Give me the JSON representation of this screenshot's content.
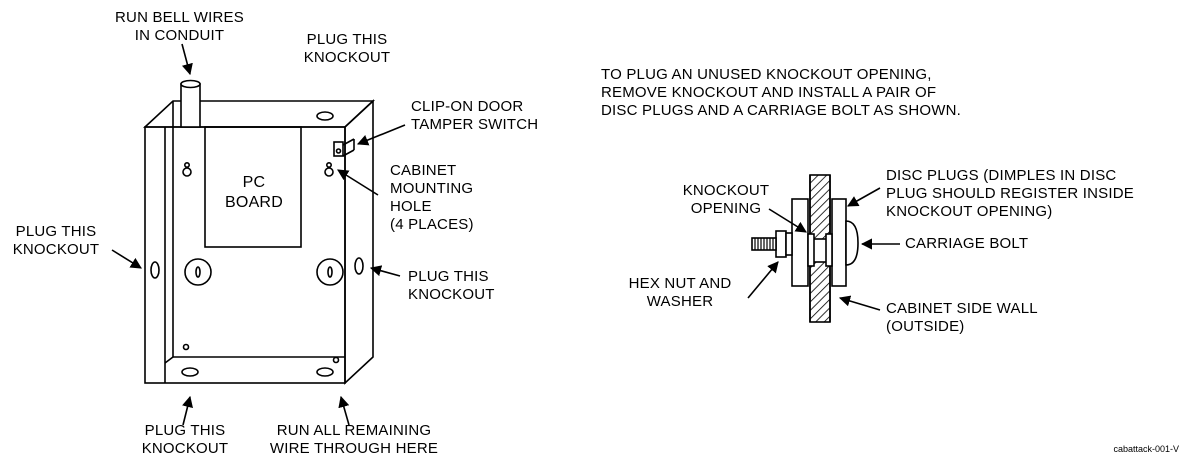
{
  "labels": {
    "run_bell_wires": [
      "RUN BELL WIRES",
      "IN CONDUIT"
    ],
    "plug_top": [
      "PLUG THIS",
      "KNOCKOUT"
    ],
    "clip_on": [
      "CLIP-ON DOOR",
      "TAMPER SWITCH"
    ],
    "cabinet_mounting": [
      "CABINET",
      "MOUNTING",
      "HOLE",
      "(4 PLACES)"
    ],
    "pc_board": [
      "PC",
      "BOARD"
    ],
    "plug_left": [
      "PLUG THIS",
      "KNOCKOUT"
    ],
    "plug_right": [
      "PLUG THIS",
      "KNOCKOUT"
    ],
    "plug_bottom": [
      "PLUG THIS",
      "KNOCKOUT"
    ],
    "run_remaining": [
      "RUN ALL REMAINING",
      "WIRE THROUGH HERE"
    ],
    "instructions": [
      "TO PLUG AN UNUSED KNOCKOUT OPENING,",
      "REMOVE KNOCKOUT AND INSTALL A PAIR OF",
      "DISC PLUGS AND A CARRIAGE BOLT AS SHOWN."
    ],
    "disc_plugs": [
      "DISC PLUGS (DIMPLES IN DISC",
      "PLUG SHOULD REGISTER INSIDE",
      "KNOCKOUT OPENING)"
    ],
    "knockout_opening": [
      "KNOCKOUT",
      "OPENING"
    ],
    "carriage_bolt": [
      "CARRIAGE BOLT"
    ],
    "hex_nut": [
      "HEX NUT AND",
      "WASHER"
    ],
    "cabinet_side_wall": [
      "CABINET SIDE WALL",
      "(OUTSIDE)"
    ],
    "figure_id": "cabattack-001-V"
  }
}
